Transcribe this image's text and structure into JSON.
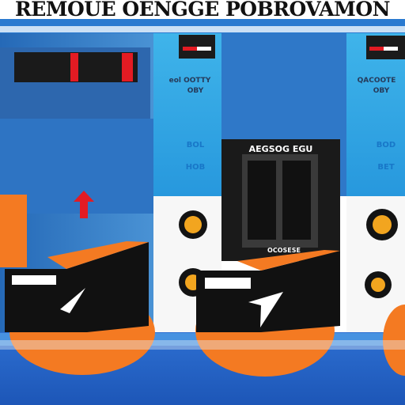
{
  "title": "REMOUE OENGGE POBROVAMON",
  "panel_text": {
    "left_label_line1": "eol OOTTY",
    "left_label_line2": "OBY",
    "center_label": "AEGSOG EGU",
    "center_bottom_label": "OCOSESE",
    "right_label_line1": "QACOOTE",
    "right_label_line2": "OBY",
    "left_code_line1": "BOL",
    "left_code_line2": "HOB",
    "right_code_line1": "BOD",
    "right_code_line2": "BET"
  },
  "colors": {
    "sky_blue": "#40a8e6",
    "machine_blue": "#2a6bb8",
    "orange": "#f47a22",
    "black": "#101010",
    "red": "#e31b23",
    "white": "#ffffff",
    "floor_blue": "#2262c9"
  }
}
